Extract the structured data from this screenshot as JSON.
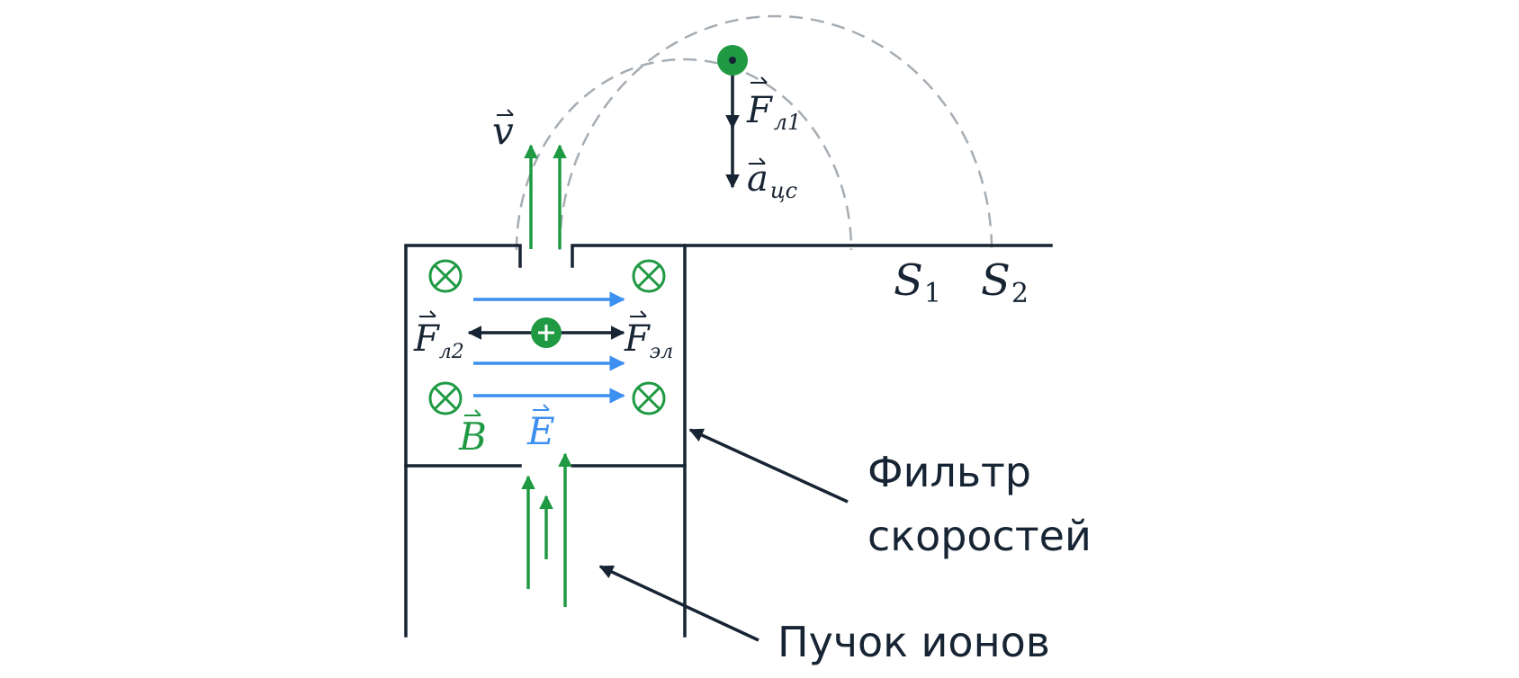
{
  "colors": {
    "ink": "#172433",
    "green": "#1f9a43",
    "blue": "#3d8ff0",
    "dash": "#a6adb3"
  },
  "labels": {
    "velocity": {
      "main": "v"
    },
    "lorentz_force_1": {
      "main": "F",
      "sub": "л1"
    },
    "centripetal_accel": {
      "main": "a",
      "sub": "цс"
    },
    "lorentz_force_2": {
      "main": "F",
      "sub": "л2"
    },
    "electric_force": {
      "main": "F",
      "sub": "эл"
    },
    "magnetic_field": {
      "main": "B"
    },
    "electric_field": {
      "main": "E"
    },
    "slit_1": {
      "main": "S",
      "sub": "1"
    },
    "slit_2": {
      "main": "S",
      "sub": "2"
    },
    "ion_charge": "+"
  },
  "captions": {
    "velocity_filter_line1": "Фильтр",
    "velocity_filter_line2": "скоростей",
    "ion_beam": "Пучок ионов"
  },
  "icons": {
    "field_into_page": "circle-cross-icon",
    "positive_ion": "plus-circle-icon",
    "vector_arrow": "right-harpoon-icon"
  }
}
